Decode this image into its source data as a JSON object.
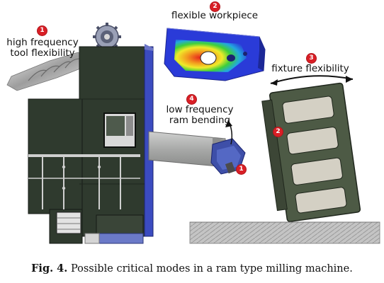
{
  "labels": {
    "tool": [
      "high frequency",
      "tool flexibility"
    ],
    "workpiece": "flexible workpiece",
    "fixture": "fixture flexibility",
    "ram": [
      "low frequency",
      "ram bending"
    ]
  },
  "badges": {
    "tool": "1",
    "workpiece": "2",
    "fixture": "3",
    "ram": "4",
    "tool_at_ram": "1",
    "workpiece_on_fixture": "2"
  },
  "caption": {
    "label": "Fig. 4.",
    "text": "Possible critical modes in a ram type milling machine."
  },
  "colors": {
    "machine_body": "#2f3a2e",
    "machine_edge": "#151915",
    "side_panel": "#3b4bc0",
    "ram": "#a9aaa9",
    "fixture_plate": "#4d5a45",
    "fixture_window": "#d4d0c4",
    "floor": "#bcbcbc",
    "badge": "#d91f26",
    "workpiece_base": "#2a3bd8"
  }
}
